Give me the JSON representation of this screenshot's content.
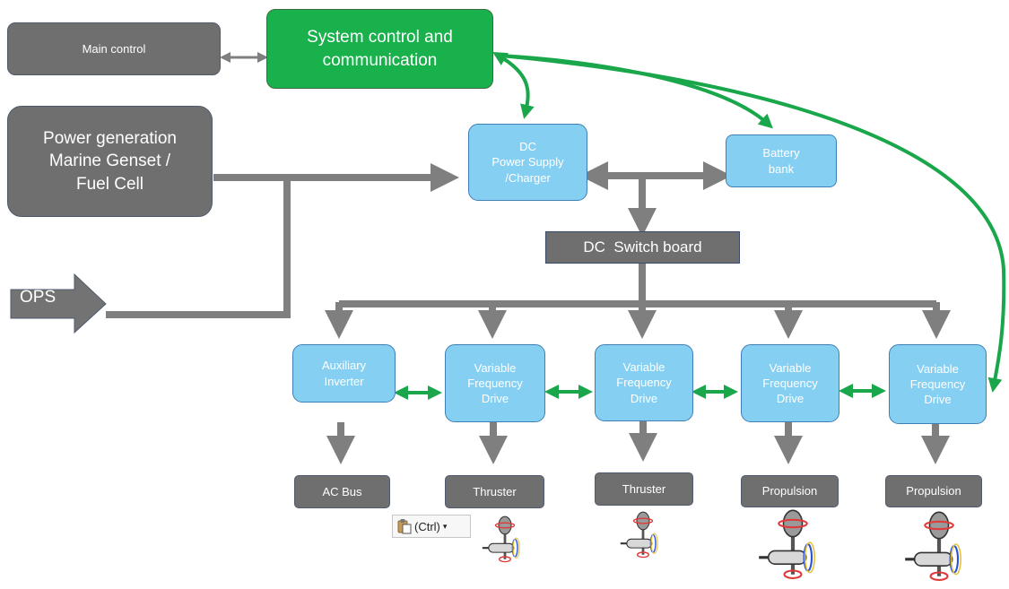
{
  "nodes": {
    "main_control": "Main control",
    "system_control": "System control and\ncommunication",
    "power_generation": "Power generation\nMarine Genset /\nFuel Cell",
    "ops": "OPS",
    "dc_power_supply": "DC\nPower Supply\n/Charger",
    "battery_bank": "Battery\nbank",
    "dc_switch_board": "DC  Switch board",
    "aux_inverter": "Auxiliary\nInverter",
    "vfd_1": "Variable\nFrequency\nDrive",
    "vfd_2": "Variable\nFrequency\nDrive",
    "vfd_3": "Variable\nFrequency\nDrive",
    "vfd_4": "Variable\nFrequency\nDrive",
    "ac_bus": "AC Bus",
    "thruster_1": "Thruster",
    "thruster_2": "Thruster",
    "propulsion_1": "Propulsion",
    "propulsion_2": "Propulsion"
  },
  "paste_options": {
    "label": "(Ctrl)",
    "icon": "clipboard-icon"
  },
  "colors": {
    "power_line": "#7f7f7f",
    "control_line": "#1aa64a",
    "dark_box": "#6f6f6f",
    "green_box": "#18b14b",
    "blue_box": "#85d0f2"
  }
}
